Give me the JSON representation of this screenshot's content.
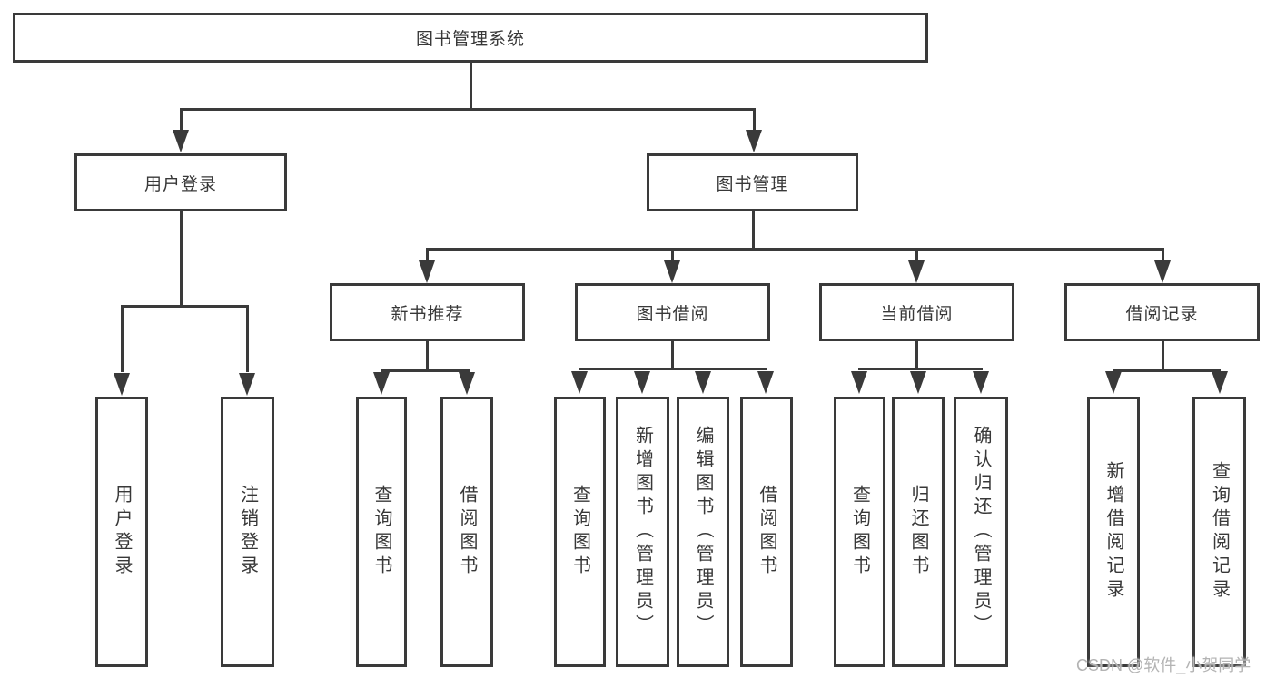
{
  "tree": {
    "label": "图书管理系统",
    "children": [
      {
        "label": "用户登录",
        "children": [
          {
            "label": "用户登录"
          },
          {
            "label": "注销登录"
          }
        ]
      },
      {
        "label": "图书管理",
        "children": [
          {
            "label": "新书推荐",
            "children": [
              {
                "label": "查询图书"
              },
              {
                "label": "借阅图书"
              }
            ]
          },
          {
            "label": "图书借阅",
            "children": [
              {
                "label": "查询图书"
              },
              {
                "label": "新增图书（管理员）"
              },
              {
                "label": "编辑图书（管理员）"
              },
              {
                "label": "借阅图书"
              }
            ]
          },
          {
            "label": "当前借阅",
            "children": [
              {
                "label": "查询图书"
              },
              {
                "label": "归还图书"
              },
              {
                "label": "确认归还（管理员）"
              }
            ]
          },
          {
            "label": "借阅记录",
            "children": [
              {
                "label": "新增借阅记录"
              },
              {
                "label": "查询借阅记录"
              }
            ]
          }
        ]
      }
    ]
  },
  "watermark": {
    "text": "CSDN @软件_小贺同学"
  },
  "colors": {
    "line": "#3a3a3a",
    "text": "#383838",
    "watermark": "#b3b3b3",
    "background": "#ffffff"
  }
}
